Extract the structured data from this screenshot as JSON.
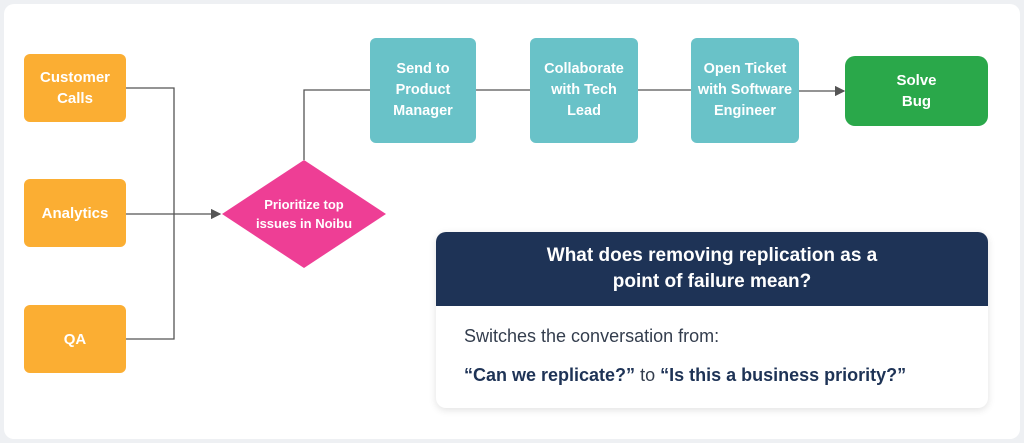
{
  "colors": {
    "source": "#fbae33",
    "step": "#69c2c8",
    "decision": "#ee3e95",
    "outcome": "#2aa84a",
    "callout_header": "#1e3356",
    "connector": "#555555"
  },
  "nodes": {
    "customer_calls": "Customer Calls",
    "analytics": "Analytics",
    "qa": "QA",
    "prioritize": "Prioritize top issues in Noibu",
    "send_pm": "Send to Product Manager",
    "collaborate": "Collaborate with Tech Lead",
    "open_ticket": "Open Ticket with Software Engineer",
    "solve_bug": "Solve Bug"
  },
  "callout": {
    "title": "What does removing replication as a point of failure mean?",
    "subtitle": "Switches the conversation from:",
    "quote_from": "“Can we replicate?”",
    "connector_word": "to",
    "quote_to": "“Is this a business priority?”"
  }
}
